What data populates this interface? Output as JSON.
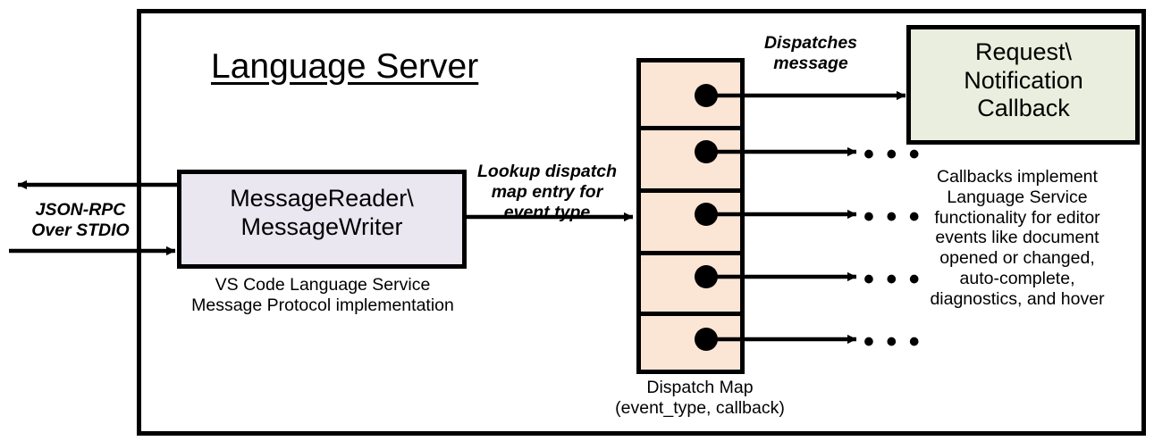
{
  "diagram": {
    "title": "Language Server",
    "colors": {
      "frame_stroke": "#000000",
      "reader_box_fill": "#EAE7F1",
      "dispatch_map_fill": "#FBE5D5",
      "callback_box_fill": "#E9EEDE",
      "background": "#FFFFFF",
      "text": "#000000"
    },
    "reader_box": {
      "label": "MessageReader\\\nMessageWriter",
      "caption": "VS Code Language Service\nMessage Protocol implementation"
    },
    "dispatch_map": {
      "caption": "Dispatch Map\n(event_type, callback)",
      "row_count": 5,
      "rows": [
        {
          "index": 1,
          "target": "callback-box",
          "ellipsis": ""
        },
        {
          "index": 2,
          "target": "ellipsis",
          "ellipsis": "• • •"
        },
        {
          "index": 3,
          "target": "ellipsis",
          "ellipsis": "• • •"
        },
        {
          "index": 4,
          "target": "ellipsis",
          "ellipsis": "• • •"
        },
        {
          "index": 5,
          "target": "ellipsis",
          "ellipsis": "• • •"
        }
      ]
    },
    "callback_box": {
      "label": "Request\\\nNotification\nCallback",
      "description": "Callbacks implement\nLanguage Service\nfunctionality for editor\nevents like document\nopened or changed,\nauto-complete,\ndiagnostics, and hover"
    },
    "edge_labels": {
      "json_rpc": "JSON-RPC\nOver STDIO",
      "lookup": "Lookup dispatch\nmap entry for\nevent type",
      "dispatches": "Dispatches\nmessage"
    }
  }
}
